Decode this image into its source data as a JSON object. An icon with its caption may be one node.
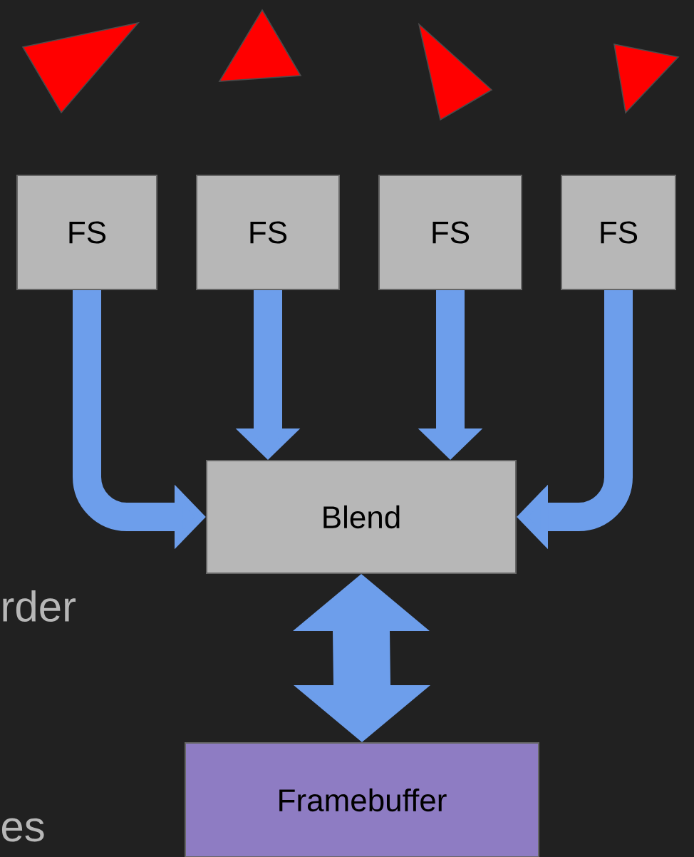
{
  "diagram": {
    "nodes": [
      {
        "text": [
          "FS"
        ]
      },
      {
        "text": [
          "FS"
        ]
      },
      {
        "text": [
          "FS"
        ]
      },
      {
        "text": [
          "FS"
        ]
      },
      {
        "text": [
          "Blend"
        ]
      },
      {
        "text": [
          "Framebuffer"
        ]
      }
    ],
    "edges": [
      {
        "from": 0,
        "to": 4,
        "arrow": "to"
      },
      {
        "from": 1,
        "to": 4,
        "arrow": "to"
      },
      {
        "from": 2,
        "to": 4,
        "arrow": "to"
      },
      {
        "from": 3,
        "to": 4,
        "arrow": "to"
      },
      {
        "from": 4,
        "to": 5,
        "arrow": "both",
        "style": "thick"
      }
    ],
    "labels": [
      "rder",
      "es"
    ]
  }
}
